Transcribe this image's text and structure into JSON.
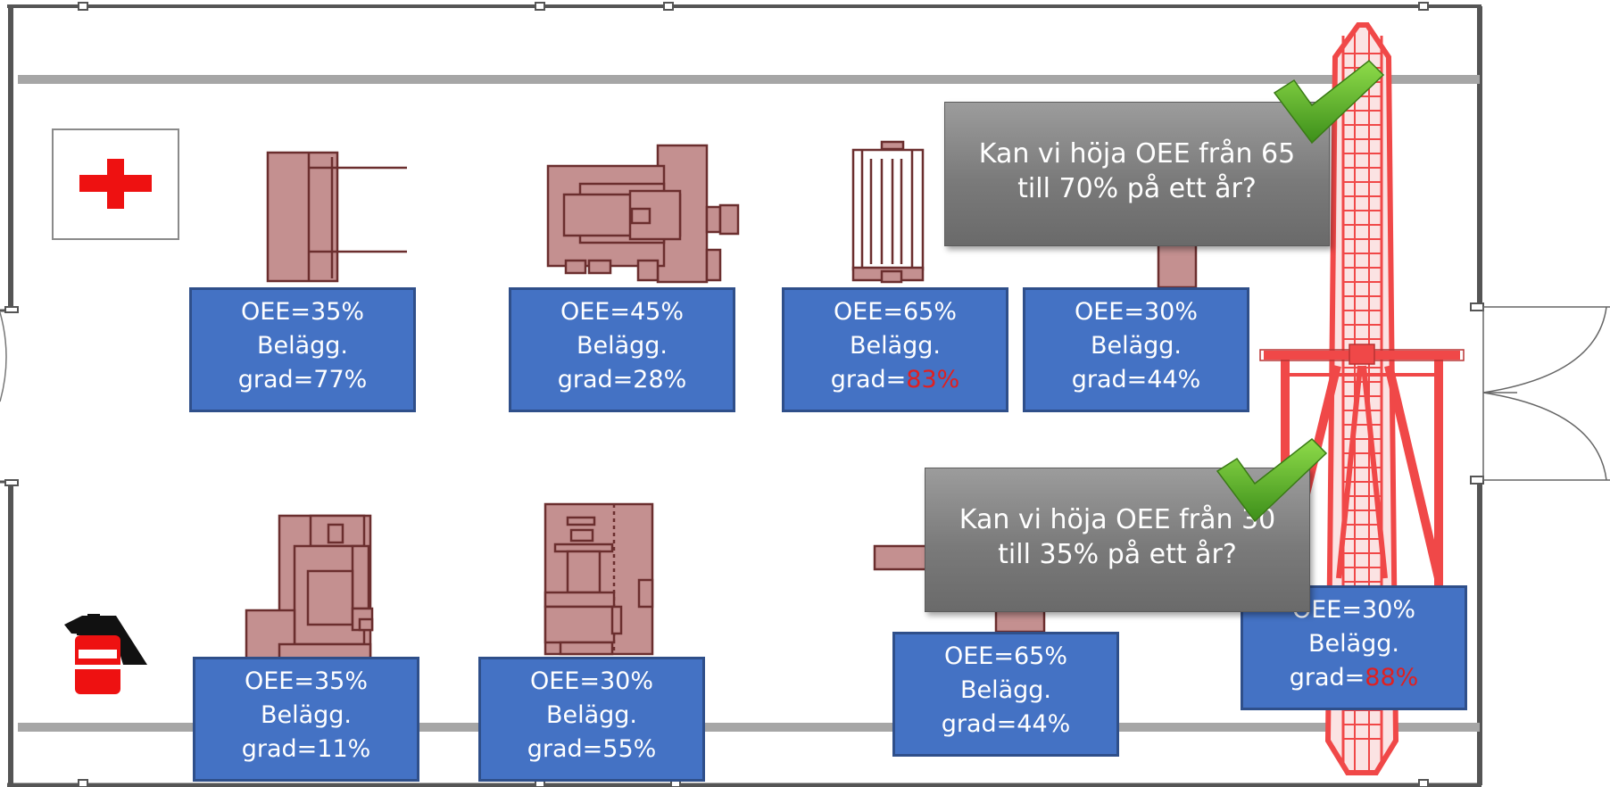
{
  "machines": [
    {
      "oee": "OEE=35%",
      "belagg": "Belägg.",
      "grad_prefix": "grad=",
      "grad_value": "77%",
      "warning": false
    },
    {
      "oee": "OEE=45%",
      "belagg": "Belägg.",
      "grad_prefix": "grad=",
      "grad_value": "28%",
      "warning": false
    },
    {
      "oee": "OEE=65%",
      "belagg": "Belägg.",
      "grad_prefix": "grad=",
      "grad_value": "83%",
      "warning": true
    },
    {
      "oee": "OEE=30%",
      "belagg": "Belägg.",
      "grad_prefix": "grad=",
      "grad_value": "44%",
      "warning": false
    },
    {
      "oee": "OEE=35%",
      "belagg": "Belägg.",
      "grad_prefix": "grad=",
      "grad_value": "11%",
      "warning": false
    },
    {
      "oee": "OEE=30%",
      "belagg": "Belägg.",
      "grad_prefix": "grad=",
      "grad_value": "55%",
      "warning": false
    },
    {
      "oee": "OEE=65%",
      "belagg": "Belägg.",
      "grad_prefix": "grad=",
      "grad_value": "44%",
      "warning": false
    },
    {
      "oee": "OEE=30%",
      "belagg": "Belägg.",
      "grad_prefix": "grad=",
      "grad_value": "88%",
      "warning": true
    }
  ],
  "callouts": [
    {
      "line1": "Kan vi höja OEE från 65",
      "line2": "till 70% på ett år?"
    },
    {
      "line1": "Kan vi höja OEE från 30",
      "line2": "till 35% på ett år?"
    }
  ],
  "colors": {
    "label_fill": "#4472c4",
    "warning_text": "#e02020",
    "machine_fill": "#c49090",
    "crane": "#f04848",
    "check": "#5cb82a"
  },
  "icons": [
    "first-aid-sign-icon",
    "fire-extinguisher-icon",
    "checkmark-icon"
  ]
}
